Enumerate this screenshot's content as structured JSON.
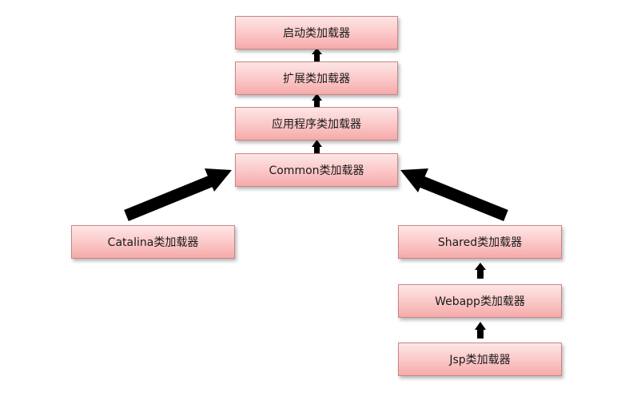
{
  "diagram": {
    "nodes": {
      "bootstrap": "启动类加载器",
      "extension": "扩展类加载器",
      "application": "应用程序类加载器",
      "common": "Common类加载器",
      "catalina": "Catalina类加载器",
      "shared": "Shared类加载器",
      "webapp": "Webapp类加载器",
      "jsp": "Jsp类加载器"
    },
    "edges": [
      {
        "from": "extension",
        "to": "bootstrap"
      },
      {
        "from": "application",
        "to": "extension"
      },
      {
        "from": "common",
        "to": "application"
      },
      {
        "from": "catalina",
        "to": "common"
      },
      {
        "from": "shared",
        "to": "common"
      },
      {
        "from": "webapp",
        "to": "shared"
      },
      {
        "from": "jsp",
        "to": "webapp"
      }
    ],
    "colors": {
      "box_fill": "#fbc6c6",
      "box_border": "#c98585",
      "arrow": "#000000"
    }
  }
}
